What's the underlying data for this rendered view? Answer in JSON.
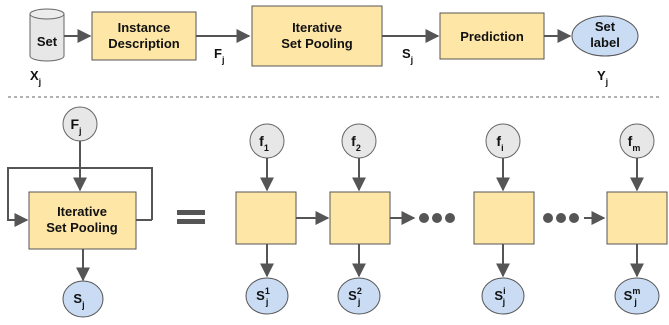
{
  "colors": {
    "box_fill": "#fde6a6",
    "gray_node_fill": "#e7e7e7",
    "blue_node_fill": "#c9dcf3",
    "edge": "#555555",
    "divider": "#999999"
  },
  "top": {
    "set": "Set",
    "instance_description": [
      "Instance",
      "Description"
    ],
    "iterative_set_pooling": [
      "Iterative",
      "Set Pooling"
    ],
    "prediction": "Prediction",
    "set_label": [
      "Set",
      "label"
    ],
    "x_label": {
      "base": "X",
      "sub": "j"
    },
    "f_label": {
      "base": "F",
      "sub": "j"
    },
    "s_label": {
      "base": "S",
      "sub": "j"
    },
    "y_label": {
      "base": "Y",
      "sub": "j"
    }
  },
  "bottom": {
    "F_node": {
      "base": "F",
      "sub": "j"
    },
    "pool_box": [
      "Iterative",
      "Set Pooling"
    ],
    "S_node": {
      "base": "S",
      "sub": "j"
    },
    "f_nodes": [
      {
        "base": "f",
        "sub": "1"
      },
      {
        "base": "f",
        "sub": "2"
      },
      {
        "base": "f",
        "sub": "i"
      },
      {
        "base": "f",
        "sub": "m"
      }
    ],
    "s_nodes": [
      {
        "base": "S",
        "sup": "1",
        "sub": "j"
      },
      {
        "base": "S",
        "sup": "2",
        "sub": "j"
      },
      {
        "base": "S",
        "sup": "i",
        "sub": "j"
      },
      {
        "base": "S",
        "sup": "m",
        "sub": "j"
      }
    ]
  }
}
